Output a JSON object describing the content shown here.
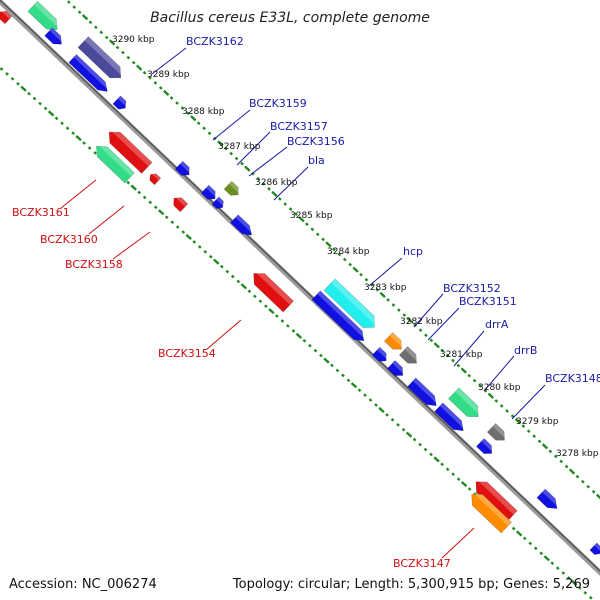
{
  "title": "Bacillus cereus E33L, complete genome",
  "footer": {
    "accession": "Accession: NC_006274",
    "summary": "Topology: circular; Length: 5,300,915 bp; Genes: 5,269"
  },
  "colors": {
    "backbone": "#808080",
    "tick": "#1f8a1f",
    "forward_label": "#1a1aa6",
    "reverse_label": "#d01010",
    "blue": "#1010e0",
    "darkblue": "#4a4a9c",
    "red": "#e01010",
    "green": "#33dd88",
    "cyan": "#22eeee",
    "orange": "#ff8c00",
    "gray": "#6e6e6e",
    "olive": "#6b8e23"
  },
  "scale_labels": [
    "3290 kbp",
    "3289 kbp",
    "3288 kbp",
    "3287 kbp",
    "3286 kbp",
    "3285 kbp",
    "3284 kbp",
    "3283 kbp",
    "3282 kbp",
    "3281 kbp",
    "3280 kbp",
    "3279 kbp",
    "3278 kbp"
  ],
  "forward_labels": [
    "BCZK3162",
    "BCZK3159",
    "BCZK3157",
    "BCZK3156",
    "bla",
    "hcp",
    "BCZK3152",
    "BCZK3151",
    "drrA",
    "drrB",
    "BCZK3148"
  ],
  "reverse_labels": [
    "BCZK3161",
    "BCZK3160",
    "BCZK3158",
    "BCZK3154",
    "BCZK3147"
  ]
}
